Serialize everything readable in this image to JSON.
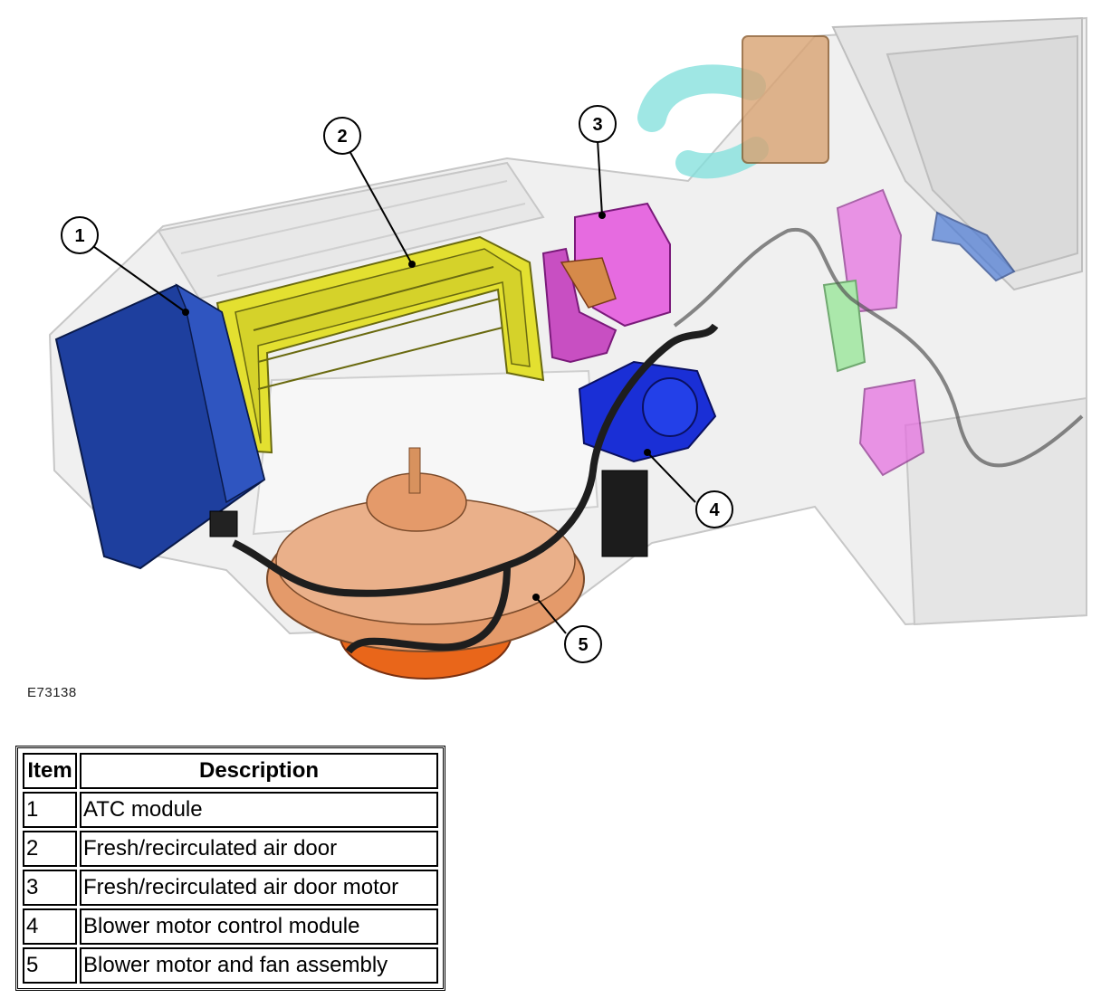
{
  "figure": {
    "id": "E73138",
    "callouts": [
      "1",
      "2",
      "3",
      "4",
      "5"
    ]
  },
  "legend": {
    "headers": {
      "item": "Item",
      "description": "Description"
    },
    "rows": [
      {
        "item": "1",
        "description": "ATC module"
      },
      {
        "item": "2",
        "description": "Fresh/recirculated air door"
      },
      {
        "item": "3",
        "description": "Fresh/recirculated air door motor"
      },
      {
        "item": "4",
        "description": "Blower motor control module"
      },
      {
        "item": "5",
        "description": "Blower motor and fan assembly"
      }
    ]
  },
  "colors": {
    "atc_module": "#1e3f9e",
    "air_door": "#e3e030",
    "door_motor": "#e66be0",
    "blower_control_module": "#1a2fd6",
    "blower_motor_fan": "#e49a6a",
    "pipe": "#7fe0dc",
    "housing": "#e4e4e4"
  }
}
